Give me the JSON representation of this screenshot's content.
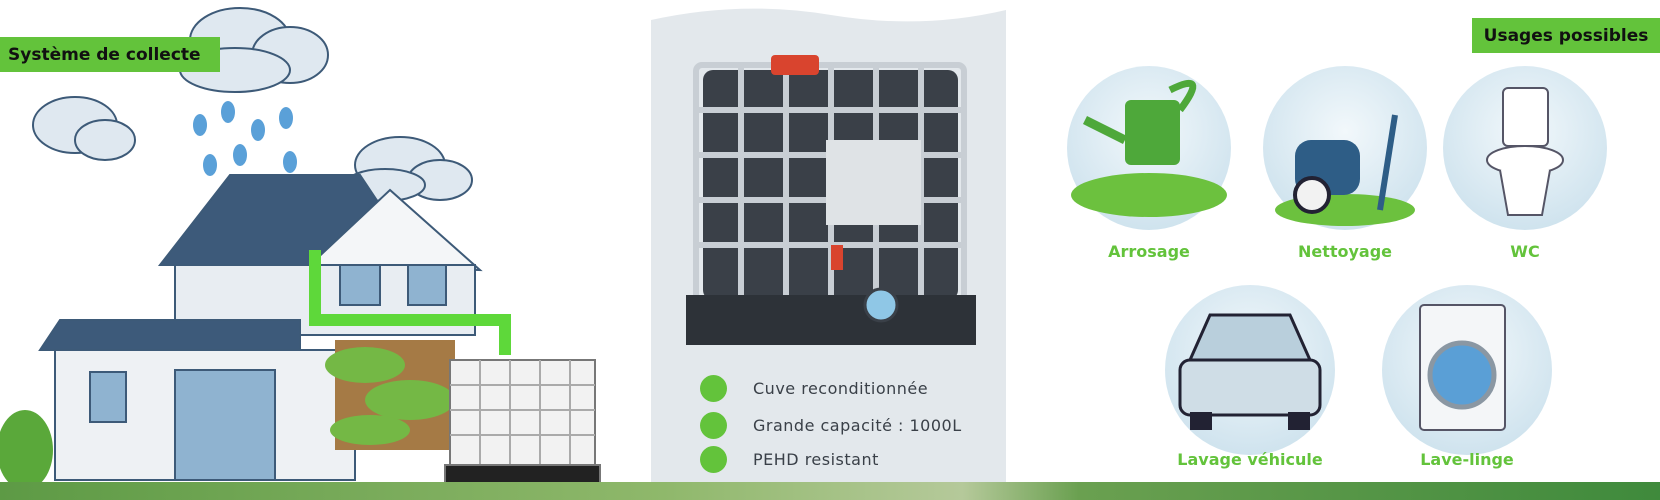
{
  "left_section": {
    "label": "Système de collecte"
  },
  "center_section": {
    "features": [
      {
        "text": "Cuve reconditionnée"
      },
      {
        "text": "Grande capacité : 1000L"
      },
      {
        "text": "PEHD resistant"
      }
    ]
  },
  "right_section": {
    "label": "Usages possibles",
    "usages": [
      {
        "label": "Arrosage",
        "icon": "watering-can-icon"
      },
      {
        "label": "Nettoyage",
        "icon": "pressure-washer-icon"
      },
      {
        "label": "WC",
        "icon": "toilet-icon"
      },
      {
        "label": "Lavage véhicule",
        "icon": "car-icon"
      },
      {
        "label": "Lave-linge",
        "icon": "washing-machine-icon"
      }
    ]
  },
  "colors": {
    "accent_green": "#63c33b",
    "panel_bg": "#e3e8ec",
    "tank_dark": "#3a4048"
  }
}
